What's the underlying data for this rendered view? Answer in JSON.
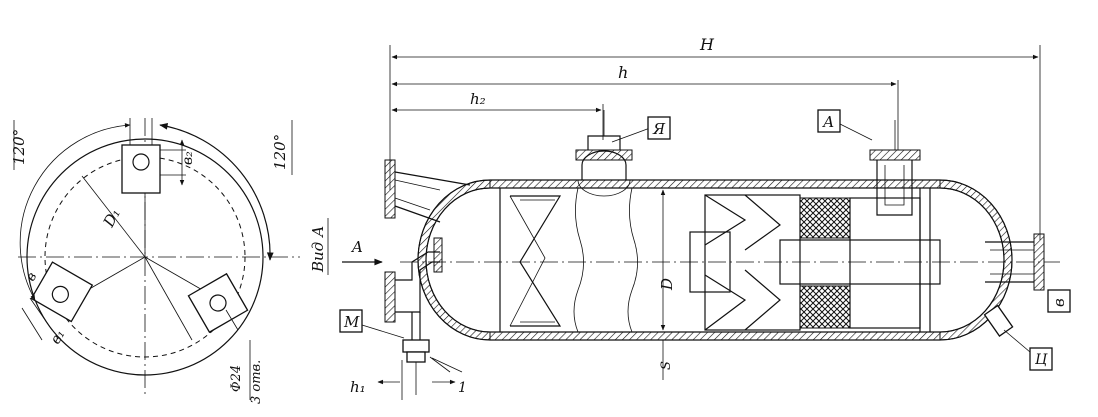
{
  "view_label": "Вид А",
  "dimensions": {
    "H": "H",
    "h": "h",
    "h2": "h₂",
    "h1": "h₁",
    "D": "D",
    "s": "S",
    "D1": "D₁",
    "b1": "в₁",
    "b2": "в₂",
    "b": "в",
    "angle_left": "120°",
    "angle_right": "120°",
    "hole_diameter": "Φ24",
    "hole_count": "3 отв."
  },
  "flow_arrow": "A",
  "nozzle_labels": {
    "top_small": "Я",
    "top_right": "А",
    "right": "в",
    "bottom_right": "Ц",
    "bottom_left": "М"
  },
  "callout": "1"
}
